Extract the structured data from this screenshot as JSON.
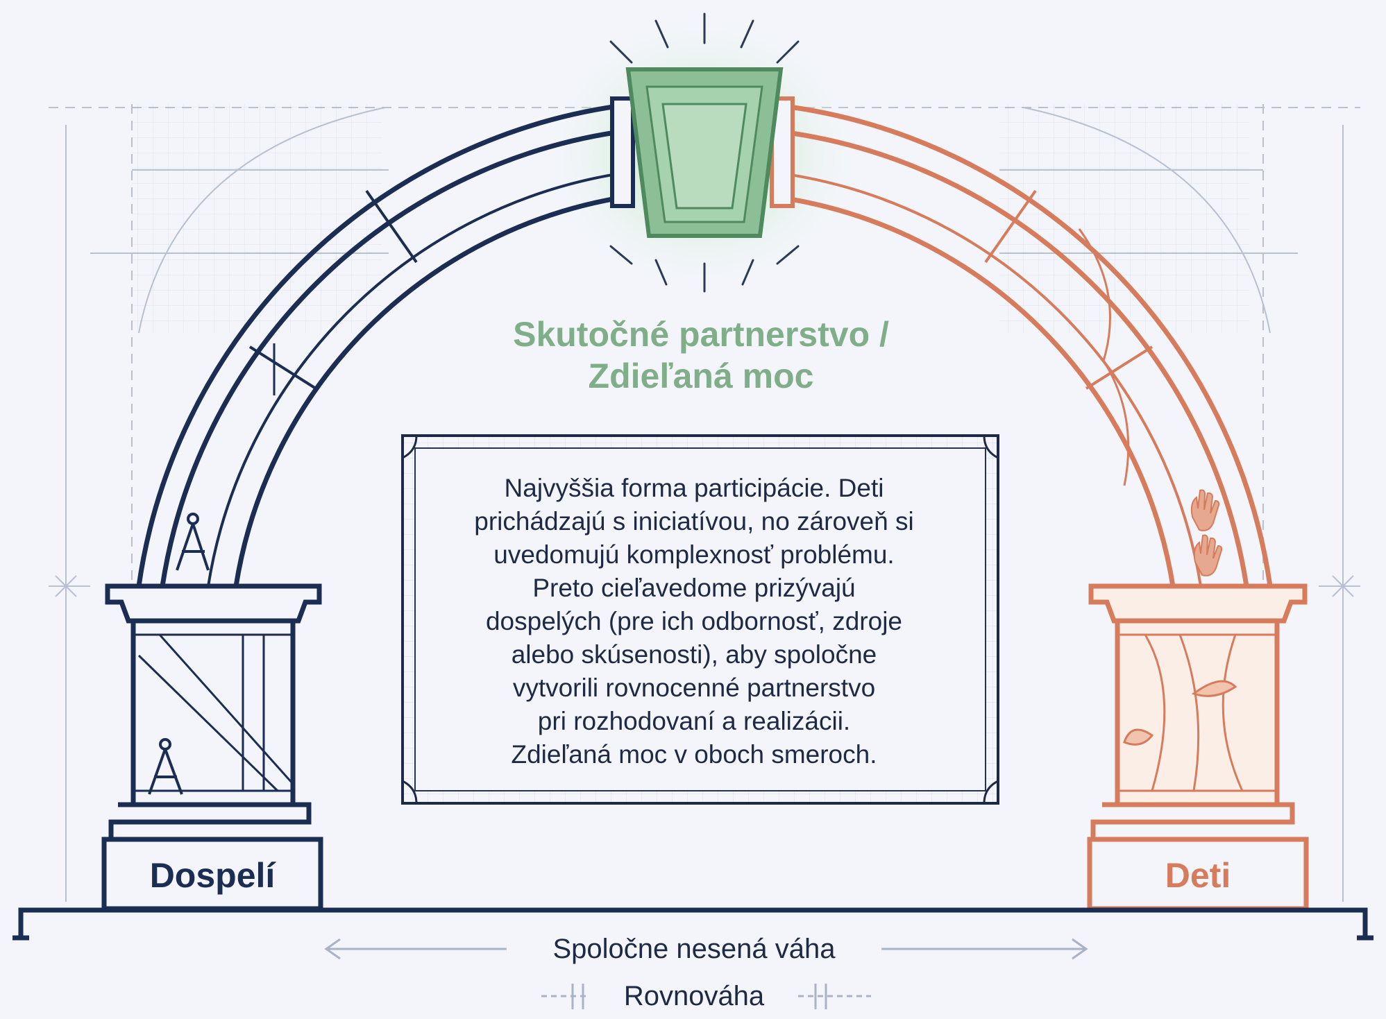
{
  "keystone": {
    "title_line1": "Skutočné partnerstvo /",
    "title_line2": "Zdieľaná moc",
    "color": "#7fae88"
  },
  "description": {
    "lines": [
      "Najvyššia forma participácie. Deti",
      "prichádzajú s iniciatívou, no zároveň si",
      "uvedomujú komplexnosť problému.",
      "Preto cieľavedome prizývajú",
      "dospelých (pre ich odbornosť, zdroje",
      "alebo skúsenosti), aby spoločne",
      "vytvorili rovnocenné partnerstvo",
      "pri rozhodovaní a realizácii.",
      "Zdieľaná moc v oboch smeroch."
    ]
  },
  "pillars": {
    "left": {
      "label": "Dospelí",
      "color": "#1b2d52",
      "icon": "compass-icon"
    },
    "right": {
      "label": "Deti",
      "color": "#d67b5c",
      "icon": "hand-icon"
    }
  },
  "footer": {
    "weight_label": "Spoločne nesená váha",
    "balance_label": "Rovnováha"
  }
}
